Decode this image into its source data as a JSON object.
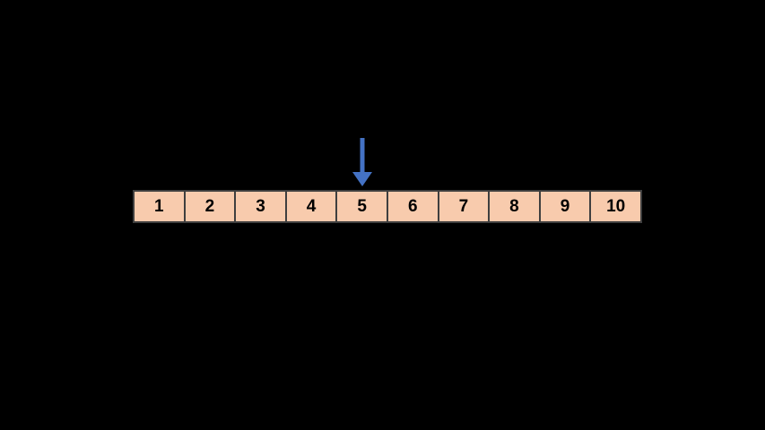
{
  "canvas": {
    "background": "#000000"
  },
  "array": {
    "cells": [
      "1",
      "2",
      "3",
      "4",
      "5",
      "6",
      "7",
      "8",
      "9",
      "10"
    ],
    "cell_fill": "#F8CBAD",
    "cell_border": "#3F3F3F",
    "label_color": "#000000"
  },
  "pointer": {
    "icon": "down-arrow-icon",
    "points_to": "5",
    "color": "#4472C4"
  }
}
